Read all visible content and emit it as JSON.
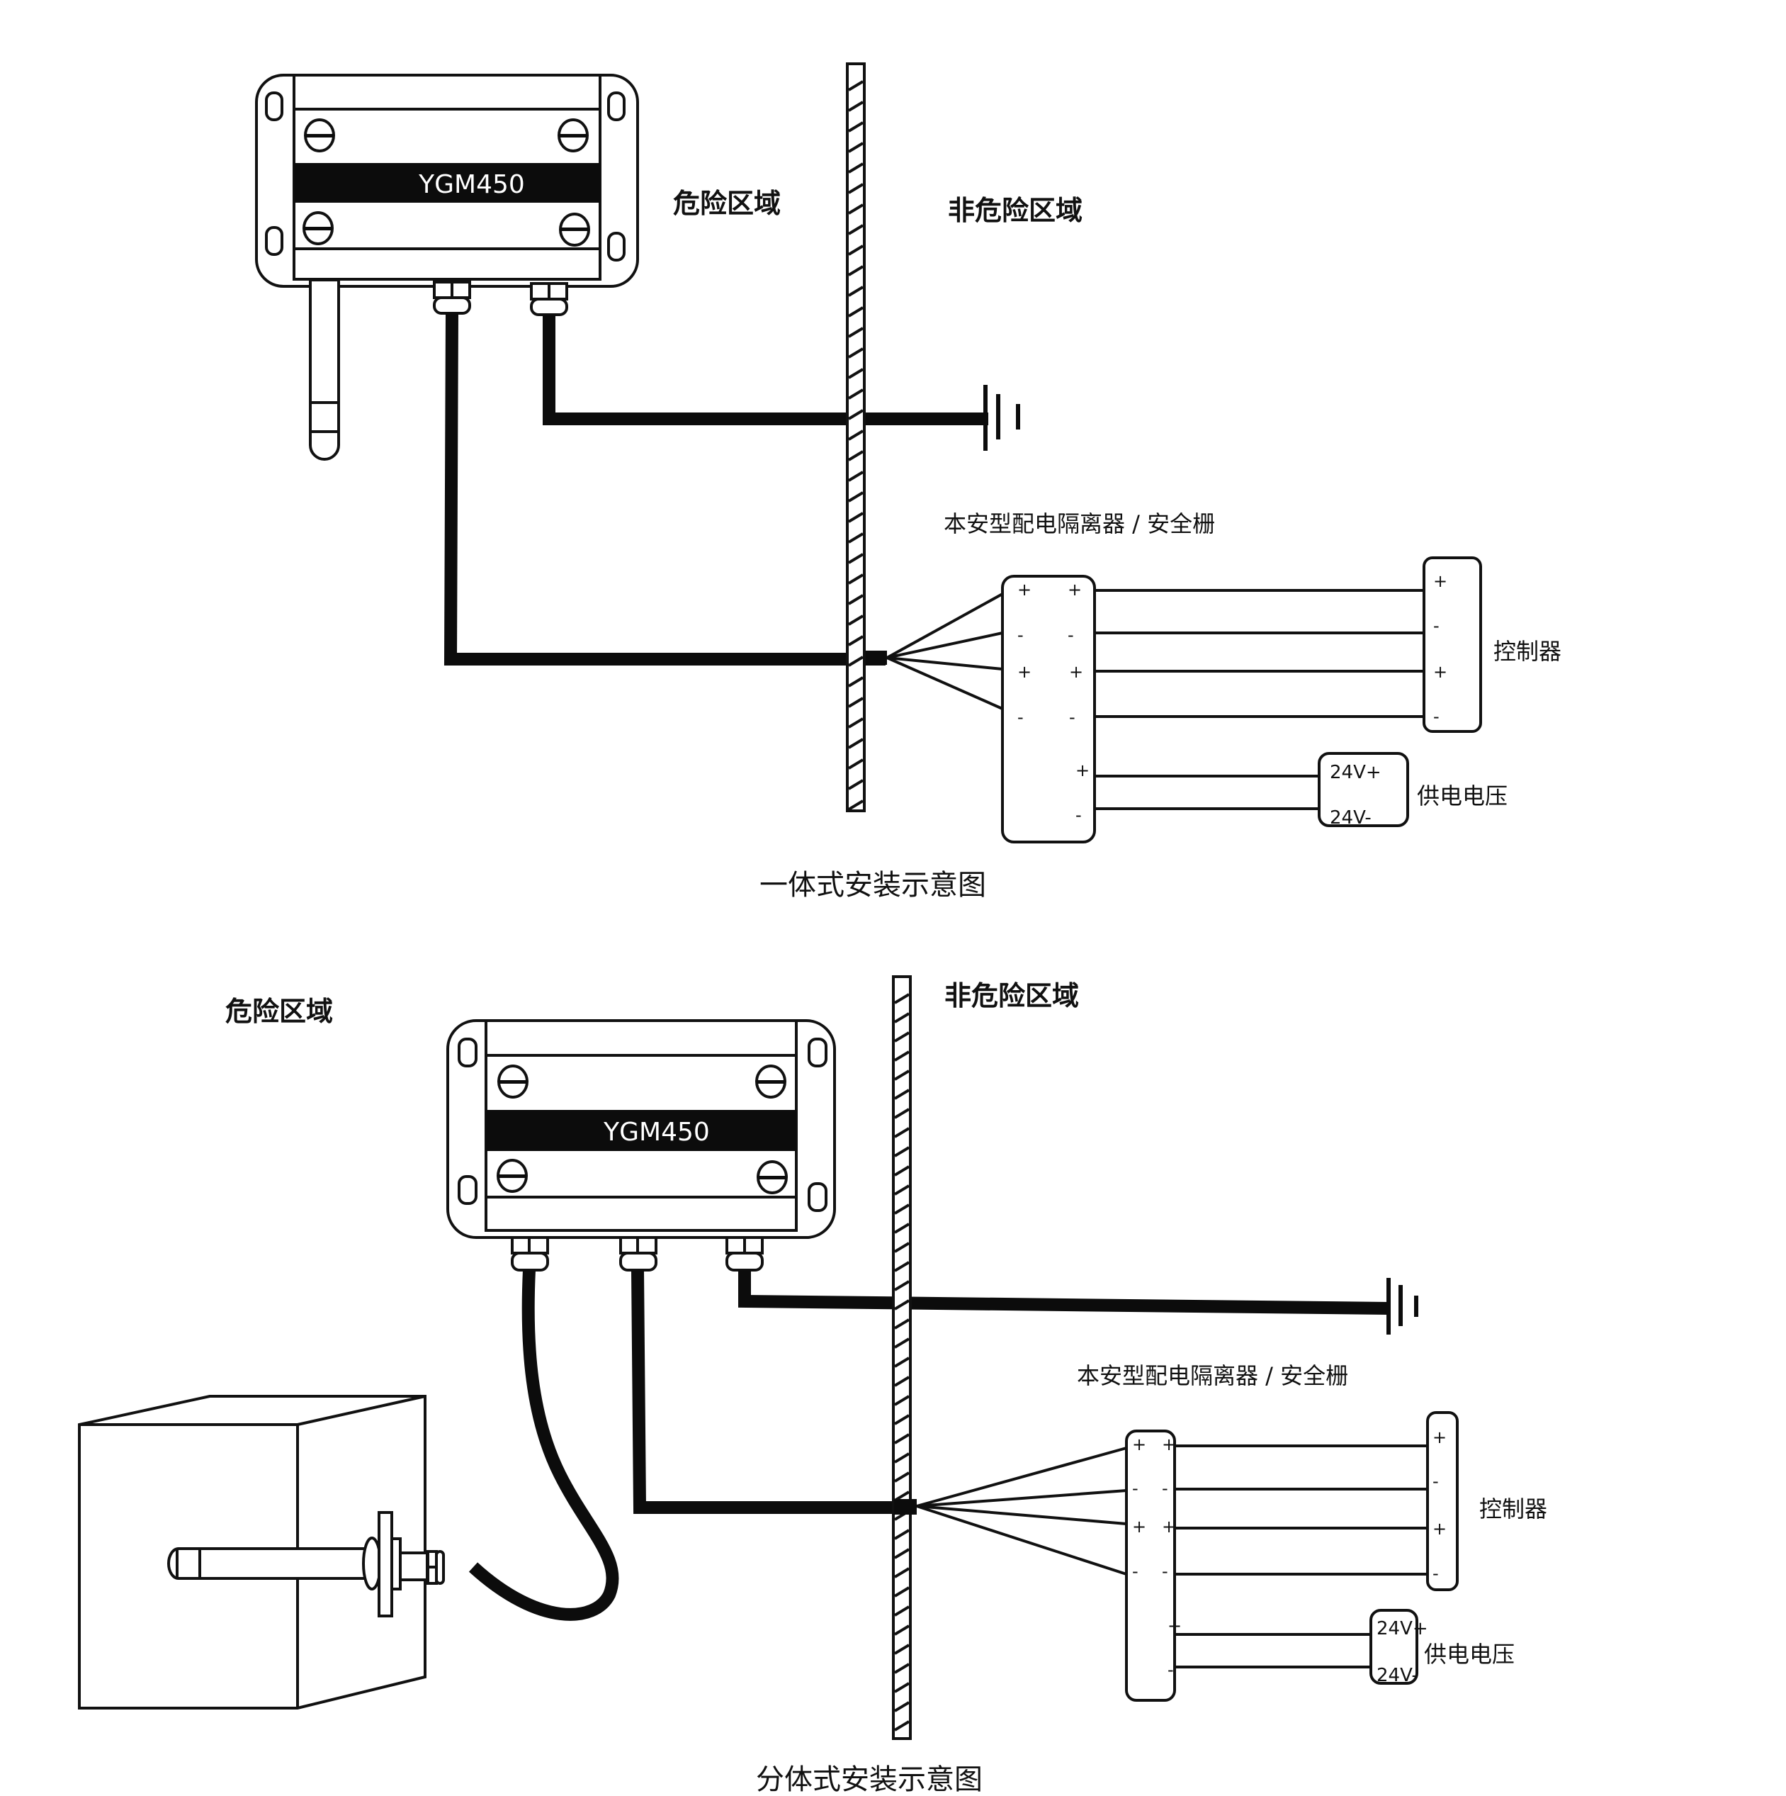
{
  "diagrams": [
    {
      "id": "integrated",
      "caption": "一体式安装示意图",
      "device_model": "YGM450",
      "hazardous_zone_label": "危险区域",
      "safe_zone_label": "非危险区域",
      "barrier_label": "本安型配电隔离器 / 安全栅",
      "barrier_left_pins": [
        "+",
        "-",
        "+",
        "-"
      ],
      "barrier_right_pins": [
        "+",
        "-",
        "+",
        "-"
      ],
      "barrier_power_pins": [
        "+",
        "-"
      ],
      "controller_label": "控制器",
      "controller_pins": [
        "+",
        "-",
        "+",
        "-"
      ],
      "power_label": "供电电压",
      "power_pins": [
        "24V+",
        "24V-"
      ],
      "ground_icon": "ground-icon"
    },
    {
      "id": "split",
      "caption": "分体式安装示意图",
      "device_model": "YGM450",
      "hazardous_zone_label": "危险区域",
      "safe_zone_label": "非危险区域",
      "barrier_label": "本安型配电隔离器 / 安全栅",
      "barrier_left_pins": [
        "+",
        "-",
        "+",
        "-"
      ],
      "barrier_right_pins": [
        "+",
        "-",
        "+",
        "-"
      ],
      "barrier_power_pins": [
        "+",
        "-"
      ],
      "controller_label": "控制器",
      "controller_pins": [
        "+",
        "-",
        "+",
        "-"
      ],
      "power_label": "供电电压",
      "power_pins": [
        "24V+",
        "24V-"
      ],
      "ground_icon": "ground-icon"
    }
  ]
}
